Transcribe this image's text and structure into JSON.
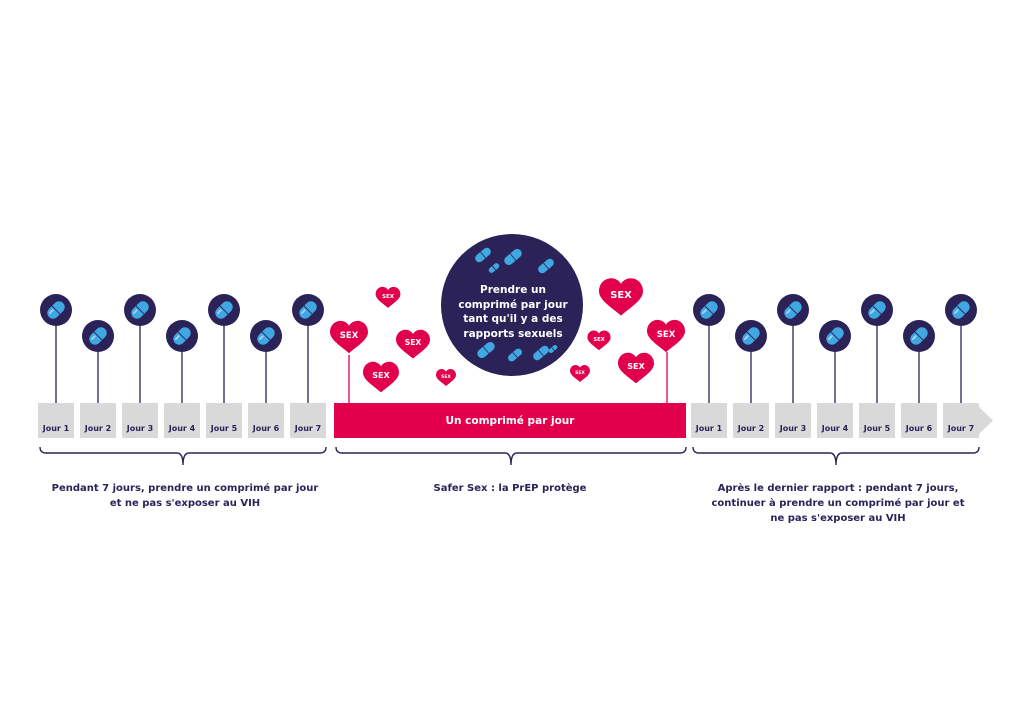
{
  "colors": {
    "navy": "#2b2258",
    "pink": "#e2004c",
    "gray": "#d9d9d9",
    "blue": "#3fa7e1",
    "white": "#ffffff"
  },
  "icons": {
    "pill": "pill-icon",
    "heart": "heart-icon"
  },
  "before": {
    "days": [
      "Jour 1",
      "Jour 2",
      "Jour 3",
      "Jour 4",
      "Jour 5",
      "Jour 6",
      "Jour 7"
    ],
    "caption": "Pendant 7 jours, prendre un comprimé par jour\net ne pas s'exposer au VIH"
  },
  "middle": {
    "bar_label": "Un comprimé par jour",
    "bubble_text": "Prendre un\ncomprimé par jour\ntant qu'il y a des\nrapports sexuels",
    "heart_label": "SEX",
    "caption": "Safer Sex : la PrEP protège"
  },
  "after": {
    "days": [
      "Jour 1",
      "Jour 2",
      "Jour 3",
      "Jour 4",
      "Jour 5",
      "Jour 6",
      "Jour 7"
    ],
    "caption": "Après le dernier rapport : pendant 7 jours,\ncontinuer à prendre un comprimé par jour et\nne pas s'exposer au VIH"
  }
}
